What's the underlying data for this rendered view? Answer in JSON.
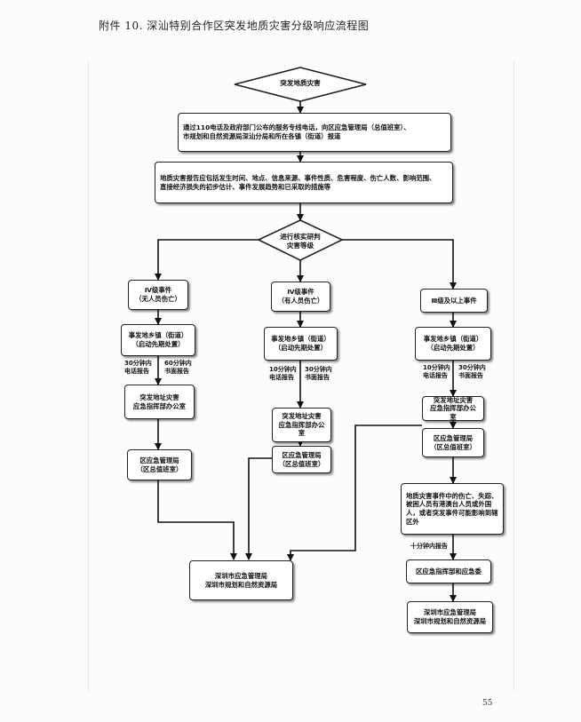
{
  "header": {
    "title": "附件 10.  深汕特别合作区突发地质灾害分级响应流程图"
  },
  "page_number": "55",
  "flow": {
    "start": "突发地质灾害",
    "report_channel": "通过110电话及政府部门公布的服务专线电话，向区应急管理局（总值班室）、\n市规划和自然资源局深汕分局和所在各镇（街道）报道",
    "report_content": "地质灾害报告应包括发生时间、地点、信息来源、事件性质、危害程度、伤亡人数、影响范围、\n直接经济损失的初步估计、事件发展趋势和已采取的措施等",
    "verify": "进行核实研判\n灾害等级",
    "branch_a": {
      "level": "Ⅳ级事件\n（无人员伤亡）",
      "town": "事发地乡镇（街道）\n（启动先期处置）",
      "phone_report": "30分钟内\n电话报告",
      "written_report": "60分钟内\n书面报告",
      "hq_office": "突发地址灾害\n应急指挥部办公室",
      "emergency_bureau": "区应急管理局\n（区总值班室）"
    },
    "branch_b": {
      "level": "Ⅳ级事件\n（有人员伤亡）",
      "town": "事发地乡镇（街道）\n（启动先期处置）",
      "phone_report": "10分钟内\n电话报告",
      "written_report": "30分钟内\n书面报告",
      "hq_office": "突发地址灾害\n应急指挥部办公室",
      "emergency_bureau": "区应急管理局\n（区总值班室）"
    },
    "branch_c": {
      "level": "Ⅲ级及以上事件",
      "town": "事发地乡镇（街道）\n（启动先期处置）",
      "phone_report": "10分钟内\n电话报告",
      "written_report": "30分钟内\n书面报告",
      "hq_office": "突发地址灾害\n应急指挥部办公室",
      "emergency_bureau": "区应急管理局\n（区总值班室）",
      "casualty_note": "地质灾害事件中的伤亡、失踪、被困人员有港澳台人员或外国人，或者突发事件可能影响到辖区外",
      "ten_min_report": "十分钟内报告",
      "hq_committee": "区应急指挥部和应急委",
      "final": "深圳市应急管理局\n深圳市规划和自然资源局"
    },
    "final_left": "深圳市应急管理局\n深圳市规划和自然资源局"
  }
}
